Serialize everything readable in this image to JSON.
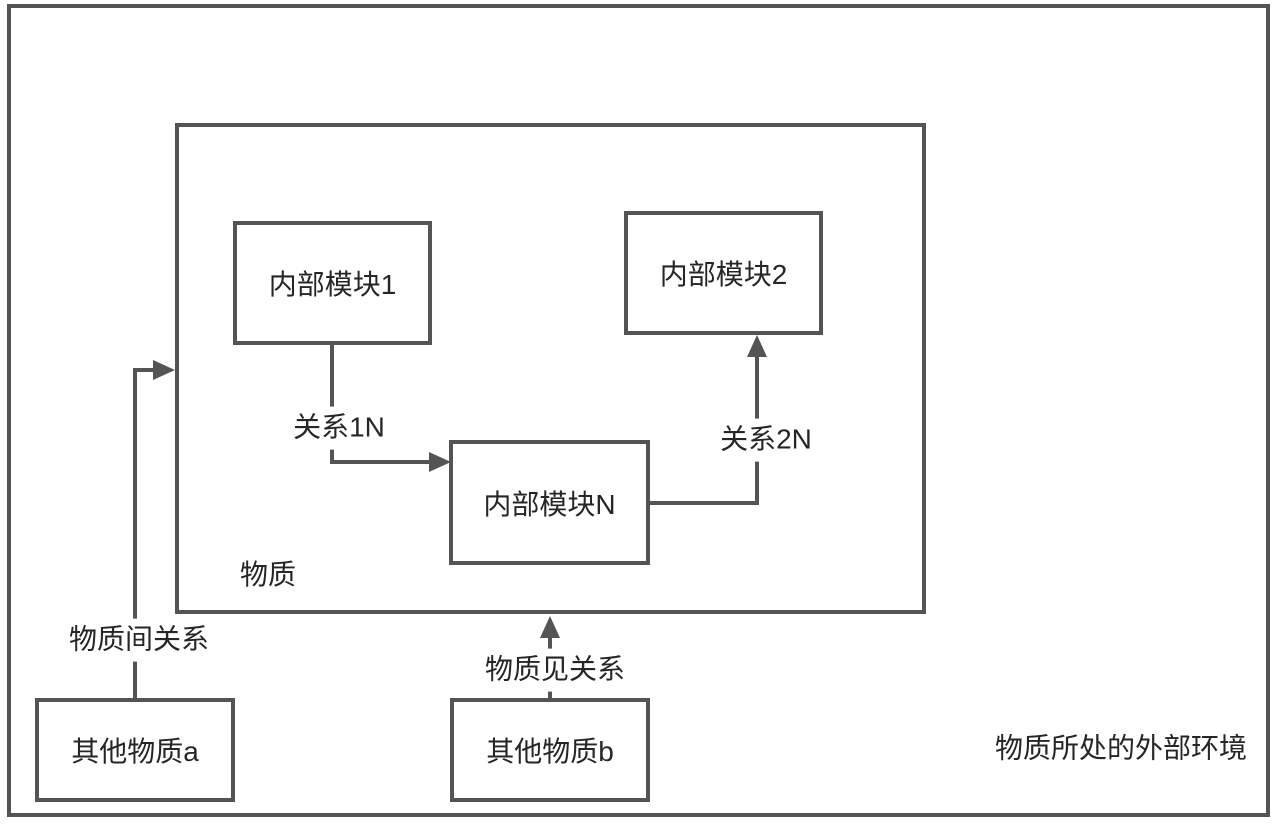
{
  "diagram": {
    "environment_label": "物质所处的外部环境",
    "container": {
      "label": "物质"
    },
    "nodes": [
      {
        "id": "module1",
        "label": "内部模块1"
      },
      {
        "id": "module2",
        "label": "内部模块2"
      },
      {
        "id": "moduleN",
        "label": "内部模块N"
      },
      {
        "id": "substanceA",
        "label": "其他物质a"
      },
      {
        "id": "substanceB",
        "label": "其他物质b"
      }
    ],
    "edges": [
      {
        "id": "rel-1N",
        "label": "关系1N",
        "from": "内部模块1",
        "to": "内部模块N"
      },
      {
        "id": "rel-2N",
        "label": "关系2N",
        "from": "内部模块N",
        "to": "内部模块2"
      },
      {
        "id": "rel-a",
        "label": "物质间关系",
        "from": "其他物质a",
        "to": "物质"
      },
      {
        "id": "rel-b",
        "label": "物质见关系",
        "from": "其他物质b",
        "to": "物质"
      }
    ],
    "colors": {
      "line": "#545454",
      "text": "#262626",
      "background": "#ffffff"
    }
  }
}
